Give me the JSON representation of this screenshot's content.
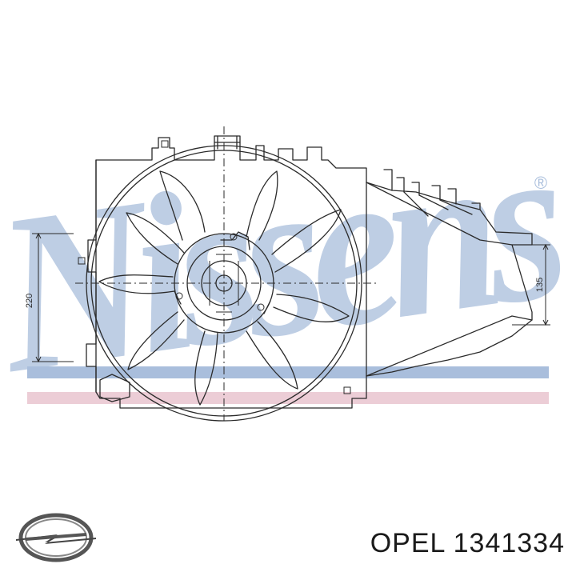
{
  "watermark": {
    "text": "Nissens",
    "registered": "®",
    "color": "#a9bedc"
  },
  "bands": {
    "blue": "#a9bedc",
    "pink": "#eccdd6"
  },
  "drawing": {
    "dimension_left": "220",
    "dimension_right": "135"
  },
  "logo": {
    "icon": "opel-logo-icon"
  },
  "caption": {
    "brand": "OPEL",
    "part_number": "1341334"
  }
}
